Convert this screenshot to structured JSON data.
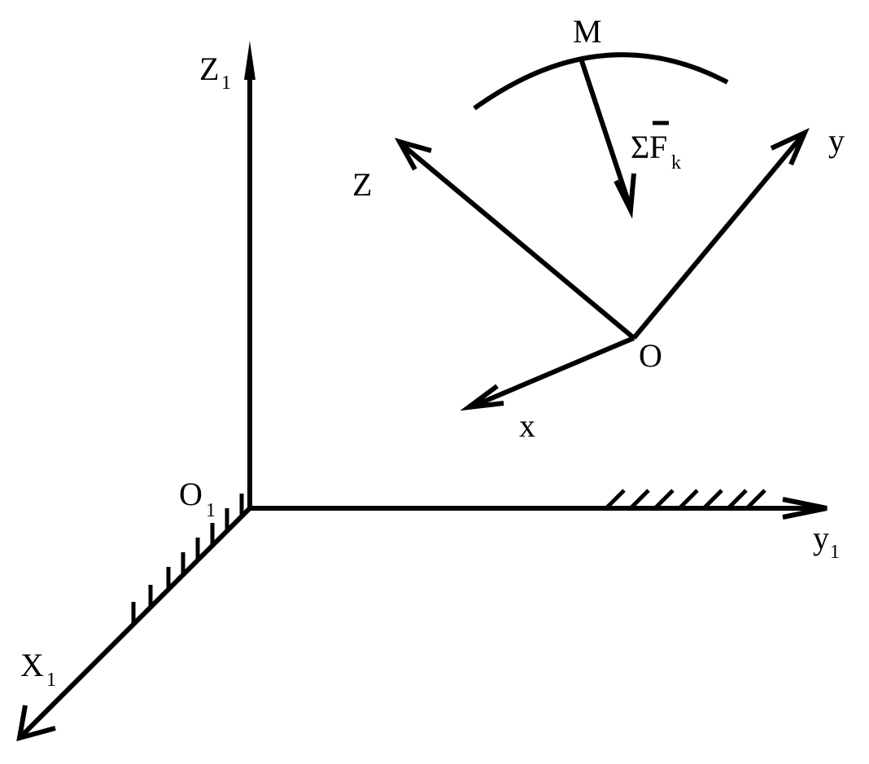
{
  "fixed_frame": {
    "origin": {
      "main": "O",
      "sub": "1"
    },
    "axis_z": {
      "main": "Z",
      "sub": "1"
    },
    "axis_y": {
      "main": "y",
      "sub": "1"
    },
    "axis_x": {
      "main": "X",
      "sub": "1"
    }
  },
  "moving_frame": {
    "origin": "O",
    "axis_z": "Z",
    "axis_y": "y",
    "axis_x": "x"
  },
  "point": {
    "name": "M"
  },
  "force": {
    "sigma": "Σ",
    "symbol": "F",
    "sub": "k"
  }
}
